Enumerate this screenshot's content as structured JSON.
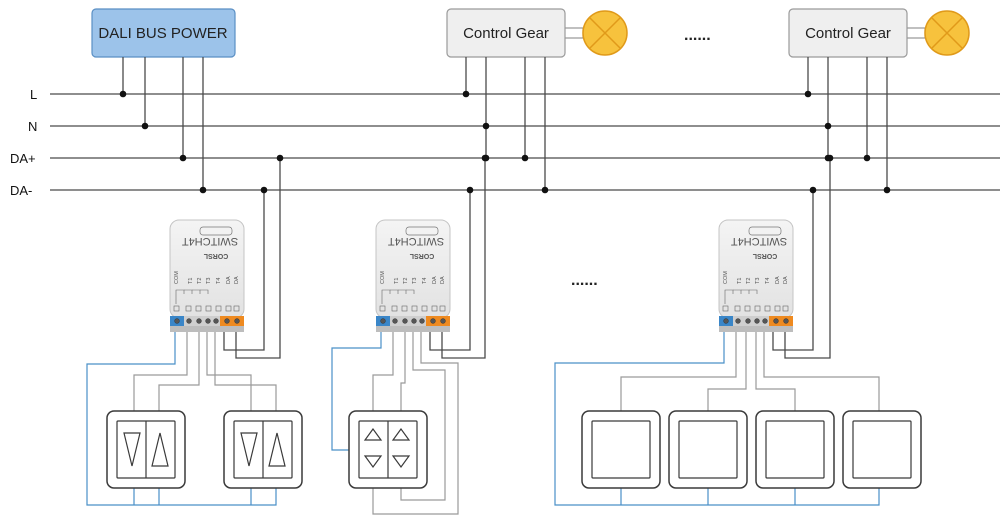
{
  "power_supply": {
    "label": "DALI BUS POWER",
    "color": "#9cc3ea"
  },
  "control_gear": [
    {
      "label": "Control Gear"
    },
    {
      "label": "Control Gear"
    }
  ],
  "ellipsis": "......",
  "bus_lines": [
    {
      "label": "L"
    },
    {
      "label": "N"
    },
    {
      "label": "DA+"
    },
    {
      "label": "DA-"
    }
  ],
  "modules": [
    {
      "brand": "CORSL",
      "model": "SWITCH4T",
      "com_label": "COM",
      "inputs": [
        "T1",
        "T2",
        "T3",
        "T4"
      ],
      "da_labels": [
        "DA",
        "DA"
      ]
    },
    {
      "brand": "CORSL",
      "model": "SWITCH4T",
      "com_label": "COM",
      "inputs": [
        "T1",
        "T2",
        "T3",
        "T4"
      ],
      "da_labels": [
        "DA",
        "DA"
      ]
    },
    {
      "brand": "CORSL",
      "model": "SWITCH4T",
      "com_label": "COM",
      "inputs": [
        "T1",
        "T2",
        "T3",
        "T4"
      ],
      "da_labels": [
        "DA",
        "DA"
      ]
    }
  ],
  "switch_groups": [
    {
      "type": "push-button-up-down",
      "count": 2
    },
    {
      "type": "push-button-4-arrows",
      "count": 1
    },
    {
      "type": "push-button-blank",
      "count": 4
    }
  ],
  "colors": {
    "line": "#4a4a4a",
    "switch_wire": "#9a9a9a",
    "com_wire": "#4a90c8",
    "lamp_fill": "#f7c23d",
    "lamp_stroke": "#e09a1a",
    "terminal_blue": "#3a86c8",
    "terminal_orange": "#ee8a20"
  }
}
